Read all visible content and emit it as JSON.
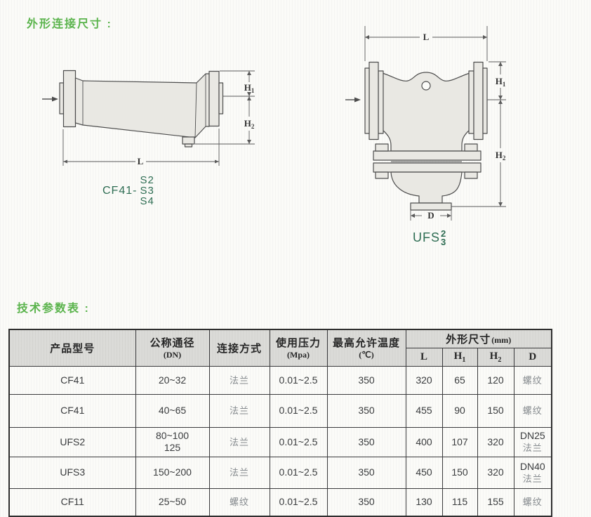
{
  "sections": {
    "dimensions_title": "外形连接尺寸 :",
    "parameters_title": "技术参数表 :"
  },
  "colors": {
    "title_green": "#5bb44d",
    "model_label_teal": "#2e6d53",
    "diagram_line": "#4d4d4d",
    "diagram_fill": "#e9e8e3",
    "table_border": "#3a3a3c",
    "table_header_bg": "#dbdbd8",
    "cell_text_dark": "#3a3c3e",
    "cell_text_gray": "#84898d"
  },
  "diagrams": {
    "cf41": {
      "dim_length": "L",
      "dim_h": "H",
      "h1_sub": "1",
      "h2_sub": "2",
      "model": "CF41-",
      "variants": [
        "S2",
        "S3",
        "S4"
      ]
    },
    "ufs": {
      "dim_length": "L",
      "dim_h": "H",
      "h1_sub": "1",
      "h2_sub": "2",
      "dim_drain": "D",
      "model": "UFS",
      "variants": [
        "2",
        "3"
      ]
    }
  },
  "table": {
    "headers": {
      "product": "产品型号",
      "dn": "公称通径",
      "dn_unit": "(DN)",
      "conn": "连接方式",
      "pressure": "使用压力",
      "pressure_unit": "(Mpa)",
      "temp": "最高允许温度",
      "temp_unit": "(℃)",
      "dims": "外形尺寸",
      "dims_unit": "(mm)",
      "sub_l": "L",
      "sub_h": "H",
      "sub_1": "1",
      "sub_2": "2",
      "sub_d": "D"
    },
    "rows": [
      {
        "model": "CF41",
        "dn": "20~32",
        "conn": "法兰",
        "pressure": "0.01~2.5",
        "temp": "350",
        "l": "320",
        "h1": "65",
        "h2": "120",
        "d": "螺纹"
      },
      {
        "model": "CF41",
        "dn": "40~65",
        "conn": "法兰",
        "pressure": "0.01~2.5",
        "temp": "350",
        "l": "455",
        "h1": "90",
        "h2": "150",
        "d": "螺纹"
      },
      {
        "model": "UFS2",
        "dn": "80~100\n125",
        "conn": "法兰",
        "pressure": "0.01~2.5",
        "temp": "350",
        "l": "400",
        "h1": "107",
        "h2": "320",
        "d": "DN25\n法兰"
      },
      {
        "model": "UFS3",
        "dn": "150~200",
        "conn": "法兰",
        "pressure": "0.01~2.5",
        "temp": "350",
        "l": "450",
        "h1": "150",
        "h2": "320",
        "d": "DN40\n法兰"
      },
      {
        "model": "CF11",
        "dn": "25~50",
        "conn": "螺纹",
        "pressure": "0.01~2.5",
        "temp": "350",
        "l": "130",
        "h1": "115",
        "h2": "155",
        "d": "螺纹"
      }
    ]
  }
}
